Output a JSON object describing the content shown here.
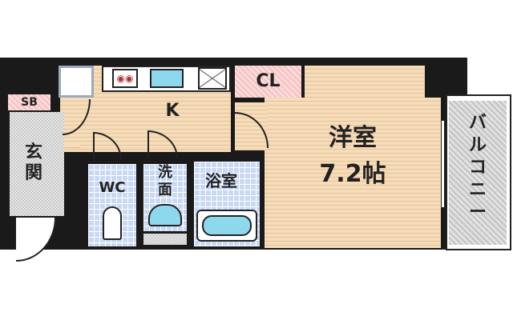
{
  "rooms": {
    "sb": "SB",
    "genkan": "玄関",
    "kitchen": "K",
    "closet": "CL",
    "wc": "WC",
    "washroom": "洗面",
    "bathroom": "浴室",
    "western_room": "洋室",
    "western_size": "7.2帖",
    "balcony": "バルコニー"
  },
  "colors": {
    "wall": "#1a1a1a",
    "floor": "#f7dcb8",
    "tile": "#c8d8f5",
    "closet": "#f5c6c6",
    "balcony": "#c8c8c8"
  }
}
